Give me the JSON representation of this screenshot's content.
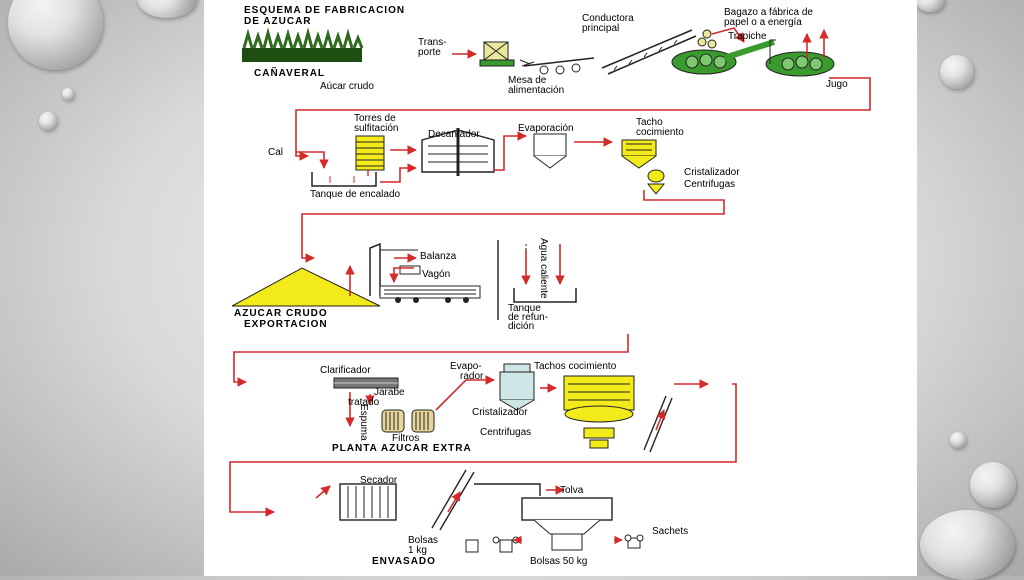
{
  "title_lines": [
    "ESQUEMA DE FABRICACION",
    "DE AZUCAR"
  ],
  "labels": {
    "canaveral": "CAÑAVERAL",
    "azucar_crudo_top": "Aúcar crudo",
    "transporte": [
      "Trans-",
      "porte"
    ],
    "mesa": [
      "Mesa de",
      "alimentación"
    ],
    "conductora": [
      "Conductora",
      "principal"
    ],
    "bagazo": [
      "Bagazo a fábrica de",
      "papel o a energía"
    ],
    "trapiche": "Trapiche",
    "jugo": "Jugo",
    "cal": "Cal",
    "torres": [
      "Torres de",
      "sulfitación"
    ],
    "decantador": "Decantador",
    "tanque_encalado": "Tanque de encalado",
    "evaporacion": "Evaporación",
    "tacho": [
      "Tacho",
      "cocimiento"
    ],
    "cristalizador": "Cristalizador",
    "centrifugas": "Centrifugas",
    "balanza": "Balanza",
    "vagon": "Vagón",
    "agua_caliente": "Agua caliente",
    "tanque_refundicion": [
      "Tanque",
      "de refun-",
      "dición"
    ],
    "exportacion": [
      "AZUCAR CRUDO",
      "EXPORTACION"
    ],
    "clarificador": "Clarificador",
    "jarabe": [
      "Jarabe",
      "tratado"
    ],
    "espuma": "Espuma",
    "filtros": "Filtros",
    "evaporador": [
      "Evapo-",
      "rador"
    ],
    "tachos_cocimiento": "Tachos cocimiento",
    "cristalizador2": "Cristalizador",
    "centrifugas2": "Centrifugas",
    "planta_extra": "PLANTA AZUCAR EXTRA",
    "secador": "Secador",
    "tolva": "Tolva",
    "sachets": "Sachets",
    "bolsas_1kg": [
      "Bolsas",
      "1 kg"
    ],
    "envasado": "ENVASADO",
    "bolsas_50kg": "Bolsas 50 kg"
  },
  "colors": {
    "flow_line": "#d42a2a",
    "machine_green": "#3a9a2e",
    "product_yellow": "#f2ea1a",
    "outline": "#222222"
  }
}
